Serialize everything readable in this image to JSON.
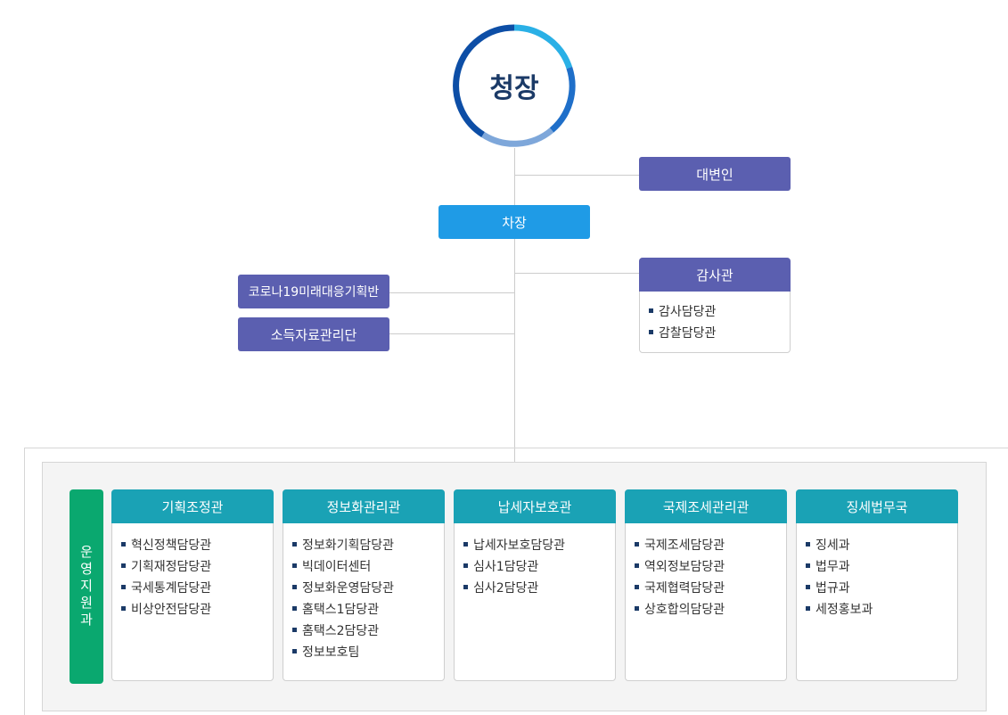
{
  "head": {
    "title": "청장"
  },
  "spokesperson": {
    "label": "대변인"
  },
  "deputy": {
    "label": "차장"
  },
  "audit": {
    "label": "감사관",
    "items": [
      "감사담당관",
      "감찰담당관"
    ]
  },
  "left_units": {
    "corona": "코로나19미래대응기획반",
    "income": "소득자료관리단"
  },
  "support": {
    "label": "운영지원과"
  },
  "divisions": [
    {
      "label": "기획조정관",
      "items": [
        "혁신정책담당관",
        "기획재정담당관",
        "국세통계담당관",
        "비상안전담당관"
      ]
    },
    {
      "label": "정보화관리관",
      "items": [
        "정보화기획담당관",
        "빅데이터센터",
        "정보화운영담당관",
        "홈택스1담당관",
        "홈택스2담당관",
        "정보보호팀"
      ]
    },
    {
      "label": "납세자보호관",
      "items": [
        "납세자보호담당관",
        "심사1담당관",
        "심사2담당관"
      ]
    },
    {
      "label": "국제조세관리관",
      "items": [
        "국제조세담당관",
        "역외정보담당관",
        "국제협력담당관",
        "상호합의담당관"
      ]
    },
    {
      "label": "징세법무국",
      "items": [
        "징세과",
        "법무과",
        "법규과",
        "세정홍보과"
      ]
    }
  ],
  "colors": {
    "purple": "#5b5fb0",
    "sky": "#1f9be6",
    "teal": "#1aa2b5",
    "green": "#0aa86f",
    "navy": "#1b3a67"
  }
}
